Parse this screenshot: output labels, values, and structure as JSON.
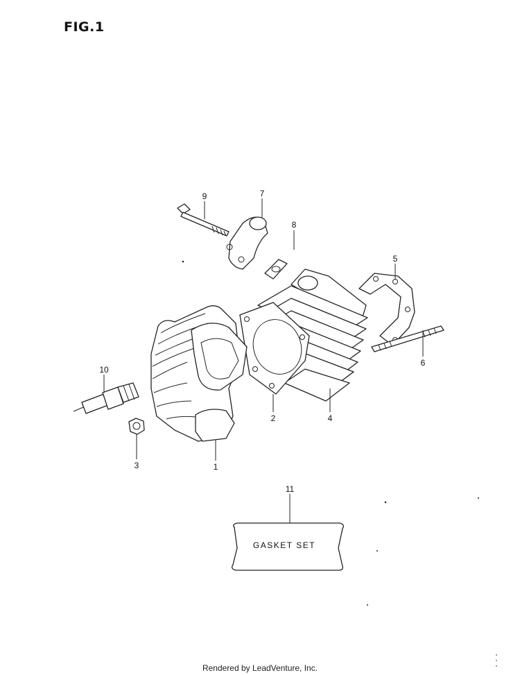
{
  "figure": {
    "title": "FIG.1"
  },
  "callouts": {
    "p1": "1",
    "p2": "2",
    "p3": "3",
    "p4": "4",
    "p5": "5",
    "p6": "6",
    "p7": "7",
    "p8": "8",
    "p9": "9",
    "p10": "10",
    "p11": "11"
  },
  "gasket_box": {
    "label": "GASKET SET"
  },
  "footer": {
    "credit": "Rendered by LeadVenture, Inc."
  }
}
